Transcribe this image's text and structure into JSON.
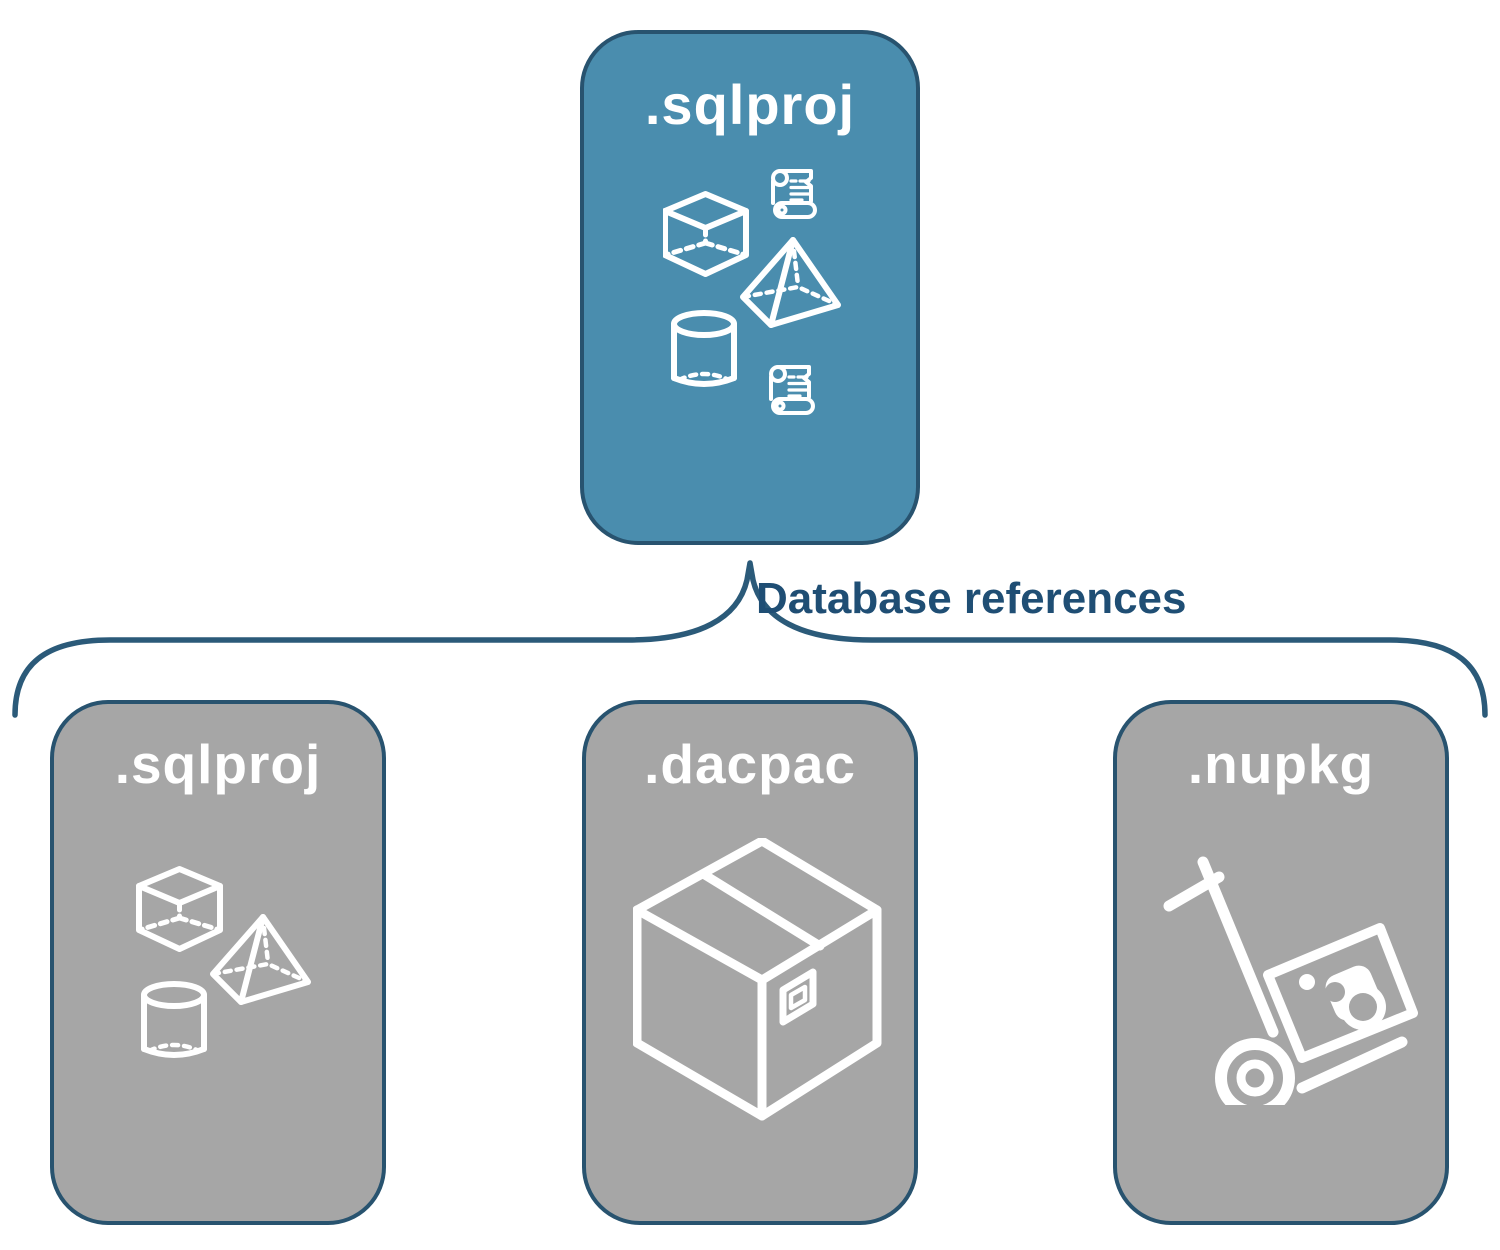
{
  "root_card": {
    "label": ".sqlproj",
    "icons": [
      "scroll-icon",
      "cube-icon",
      "pyramid-icon",
      "cylinder-icon",
      "scroll-icon"
    ]
  },
  "connector": {
    "label": "Database references"
  },
  "child_cards": [
    {
      "label": ".sqlproj",
      "icons": [
        "cube-icon",
        "pyramid-icon",
        "cylinder-icon"
      ]
    },
    {
      "label": ".dacpac",
      "icons": [
        "package-box-icon"
      ]
    },
    {
      "label": ".nupkg",
      "icons": [
        "hand-truck-package-icon"
      ]
    }
  ],
  "colors": {
    "root_card_fill": "#4a8dae",
    "child_card_fill": "#a6a6a6",
    "outline": "#28536f",
    "connector_line": "#2b5a79",
    "connector_text": "#1f4e74",
    "icon_stroke": "#ffffff",
    "card_text": "#ffffff",
    "background": "#ffffff"
  }
}
